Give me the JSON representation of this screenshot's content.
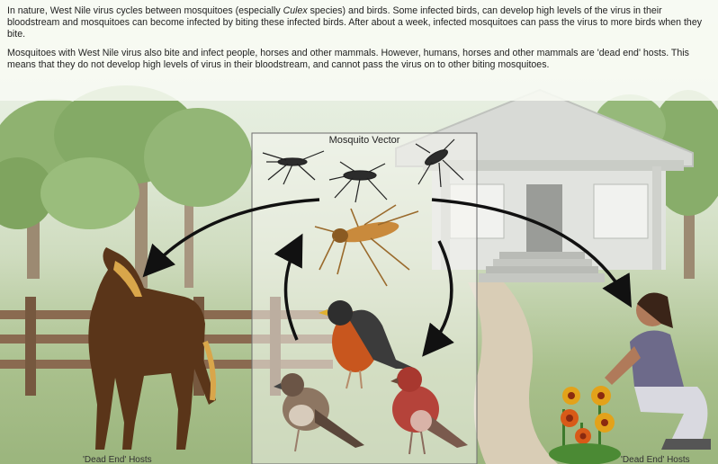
{
  "intro": {
    "paragraph1_before": "In nature, West Nile virus cycles between mosquitoes (especially ",
    "paragraph1_italic": "Culex",
    "paragraph1_after": " species) and birds.  Some infected birds, can develop high levels of the virus in their bloodstream and mosquitoes can become infected by biting these infected birds. After about a week, infected mosquitoes can pass the virus to more birds when they bite.",
    "paragraph2": "Mosquitoes with West Nile virus also bite and infect people, horses and other mammals. However, humans, horses and other mammals are 'dead end' hosts.  This means that they do not develop high levels of virus in their bloodstream, and cannot pass the virus on to other biting mosquitoes."
  },
  "diagram": {
    "panel_title": "Mosquito Vector",
    "horse_caption": "'Dead End' Hosts",
    "person_caption": "'Dead End' Hosts"
  },
  "colors": {
    "arrow": "#111111",
    "sky": "#eef4ea",
    "grass": "#9bb57d",
    "house": "#d8dad6",
    "horse": "#5a3519",
    "robin_breast": "#c8561e",
    "finch_red": "#b5433a"
  },
  "icons": [
    "mosquito-icon",
    "horse-icon",
    "robin-icon",
    "sparrow-icon",
    "finch-icon",
    "woman-gardener-icon",
    "flower-icon",
    "house-icon",
    "tree-icon",
    "fence-icon"
  ]
}
